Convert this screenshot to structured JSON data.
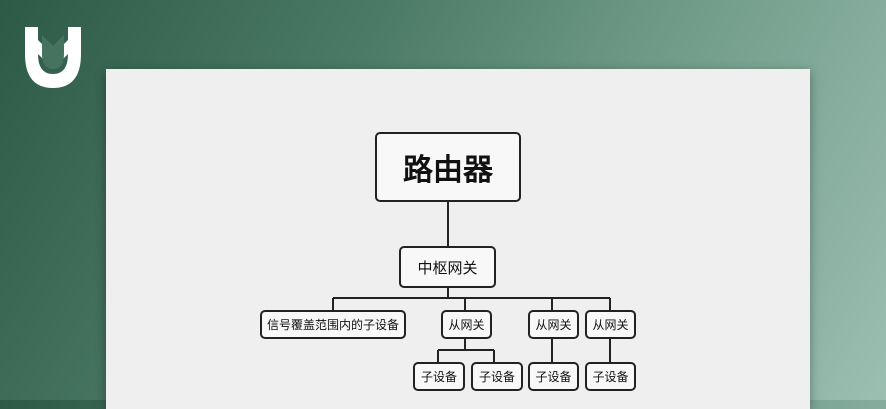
{
  "logo": {
    "icon": "mi-logo-icon",
    "color": "#ffffff"
  },
  "diagram": {
    "root": "路由器",
    "hub": "中枢网关",
    "level2": [
      "信号覆盖范围内的子设备",
      "从网关",
      "从网关",
      "从网关"
    ],
    "level3": [
      "子设备",
      "子设备",
      "子设备",
      "子设备"
    ]
  }
}
